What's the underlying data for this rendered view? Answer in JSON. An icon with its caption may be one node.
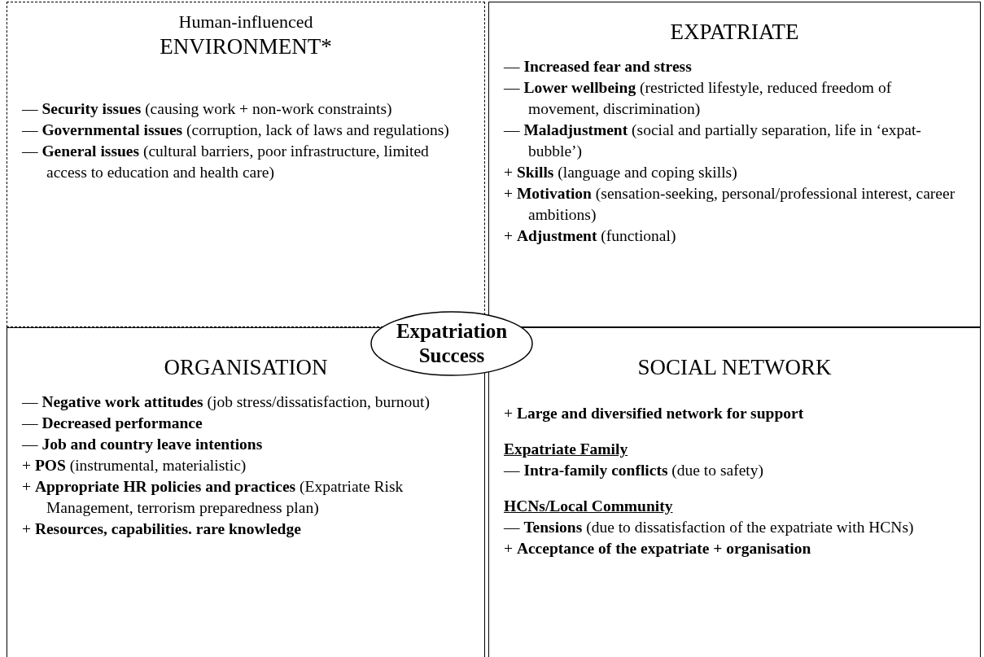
{
  "diagram": {
    "nodes": [
      {
        "text": [
          "Human-influenced",
          "ENVIRONMENT*",
          "— **Security issues** (causing work + non-work constraints)",
          "— **Governmental issues** (corruption, lack of laws and regulations)",
          "— **General issues** (cultural barriers, poor infrastructure, limited access to education and health care)"
        ]
      },
      {
        "text": [
          "EXPATRIATE",
          "— **Increased fear and stress**",
          "— **Lower wellbeing** (restricted lifestyle, reduced freedom of movement, discrimination)",
          "— **Maladjustment** (social and partially separation, life in ‘expat-bubble’)",
          "+ **Skills** (language and coping skills)",
          "+ **Motivation** (sensation-seeking, personal/professional interest, career ambitions)",
          "+ **Adjustment** (functional)"
        ]
      },
      {
        "text": [
          "ORGANISATION",
          "— **Negative work attitudes** (job stress/dissatisfaction, burnout)",
          "— **Decreased performance**",
          "— **Job and country leave intentions**",
          "+ **POS** (instrumental, materialistic)",
          "+ **Appropriate HR policies and practices** (Expatriate Risk Management, terrorism preparedness plan)",
          "+ **Resources, capabilities. rare knowledge**"
        ]
      },
      {
        "text": [
          "SOCIAL NETWORK",
          "+ **Large and diversified network for support**",
          "Expatriate Family",
          "— **Intra-family conflicts** (due to safety)",
          "HCNs/Local Community",
          "— **Tensions** (due to dissatisfaction of the expatriate with HCNs)",
          "+ **Acceptance of the expatriate + organisation**"
        ]
      },
      {
        "text": [
          "Expatriation Success"
        ]
      }
    ]
  }
}
